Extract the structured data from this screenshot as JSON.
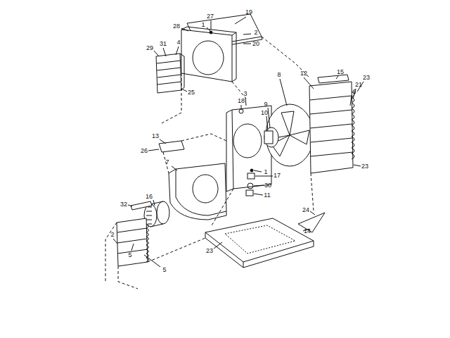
{
  "diagram": {
    "labels": [
      "19",
      "27",
      "1",
      "28",
      "2",
      "20",
      "31",
      "4",
      "29",
      "12",
      "15",
      "8",
      "23",
      "21",
      "6",
      "25",
      "3",
      "18",
      "9",
      "10",
      "13",
      "26",
      "7",
      "23",
      "1",
      "17",
      "30",
      "16",
      "11",
      "32",
      "24",
      "14",
      "2",
      "5",
      "23",
      "5"
    ]
  }
}
